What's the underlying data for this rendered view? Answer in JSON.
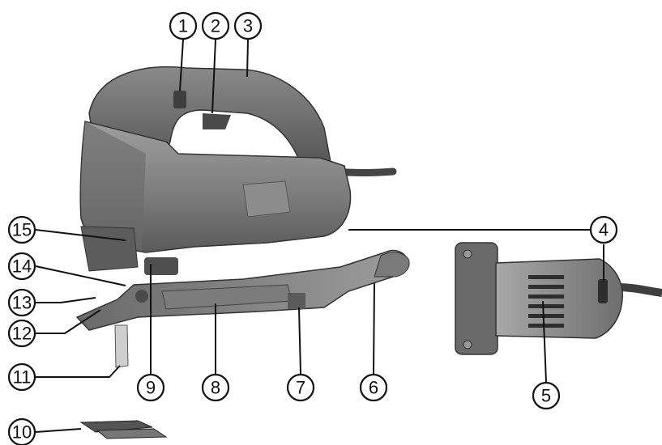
{
  "figure": {
    "type": "exploded-parts-diagram",
    "subject": "jigsaw",
    "callouts": [
      {
        "id": "1"
      },
      {
        "id": "2"
      },
      {
        "id": "3"
      },
      {
        "id": "4"
      },
      {
        "id": "5"
      },
      {
        "id": "6"
      },
      {
        "id": "7"
      },
      {
        "id": "8"
      },
      {
        "id": "9"
      },
      {
        "id": "10"
      },
      {
        "id": "11"
      },
      {
        "id": "12"
      },
      {
        "id": "13"
      },
      {
        "id": "14"
      },
      {
        "id": "15"
      }
    ]
  },
  "colors": {
    "body_dark": "#5f5f5f",
    "body_mid": "#8c8c8c",
    "body_light": "#b4b4b4",
    "metal": "#9a9a9a",
    "outline": "#111111"
  }
}
